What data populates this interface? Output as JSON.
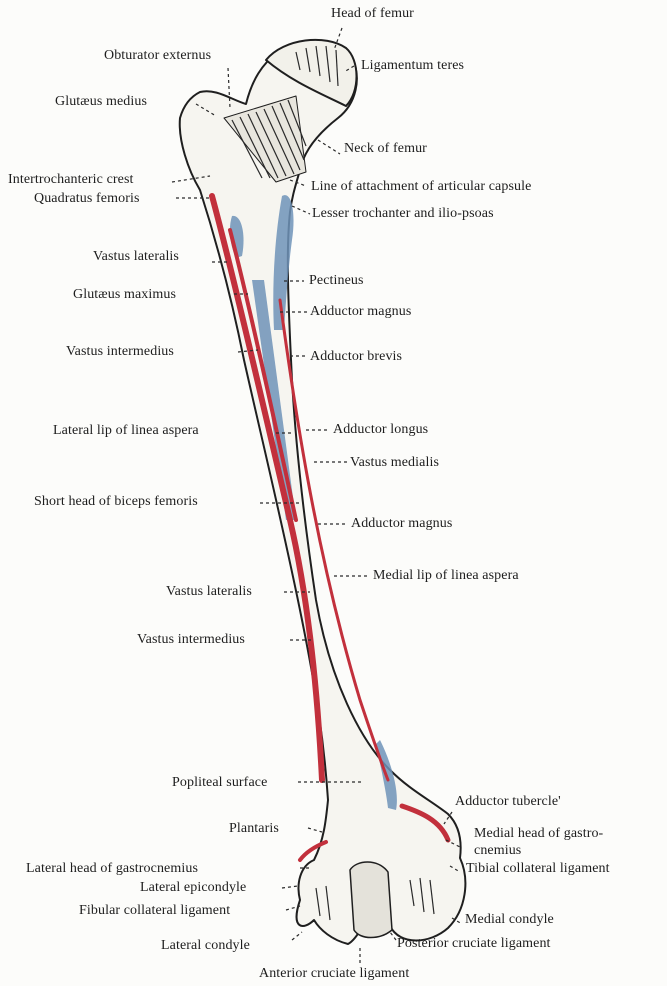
{
  "labels": {
    "head_of_femur": "Head of femur",
    "obturator_externus": "Obturator externus",
    "ligamentum_teres": "Ligamentum teres",
    "glutaeus_medius": "Glutæus medius",
    "neck_of_femur": "Neck of femur",
    "intertrochanteric_crest": "Intertrochanteric crest",
    "line_of_attachment": "Line of attachment of articular capsule",
    "quadratus_femoris": "Quadratus femoris",
    "lesser_trochanter": "Lesser trochanter and ilio-psoas",
    "vastus_lateralis_upper": "Vastus lateralis",
    "pectineus": "Pectineus",
    "glutaeus_maximus": "Glutæus maximus",
    "adductor_magnus_upper": "Adductor magnus",
    "vastus_intermedius_upper": "Vastus intermedius",
    "adductor_brevis": "Adductor brevis",
    "lateral_lip": "Lateral lip of linea aspera",
    "adductor_longus": "Adductor longus",
    "vastus_medialis": "Vastus medialis",
    "short_head_biceps": "Short head of biceps femoris",
    "adductor_magnus_lower": "Adductor magnus",
    "medial_lip": "Medial lip of linea aspera",
    "vastus_lateralis_lower": "Vastus lateralis",
    "vastus_intermedius_lower": "Vastus intermedius",
    "popliteal_surface": "Popliteal surface",
    "adductor_tubercle": "Adductor tubercle'",
    "plantaris": "Plantaris",
    "medial_head_gastro_1": "Medial head of gastro-",
    "medial_head_gastro_2": "cnemius",
    "lateral_head_gastro": "Lateral head of gastrocnemius",
    "tibial_collateral": "Tibial collateral ligament",
    "lateral_epicondyle": "Lateral epicondyle",
    "fibular_collateral": "Fibular collateral ligament",
    "medial_condyle": "Medial condyle",
    "lateral_condyle": "Lateral condyle",
    "posterior_cruciate": "Posterior cruciate ligament",
    "anterior_cruciate": "Anterior cruciate ligament"
  },
  "colors": {
    "bone_outline": "#1f1f1f",
    "muscle_origin_red": "#c2303c",
    "muscle_insertion_blue": "#6f93b8",
    "leader_line": "#2a2a2a"
  }
}
